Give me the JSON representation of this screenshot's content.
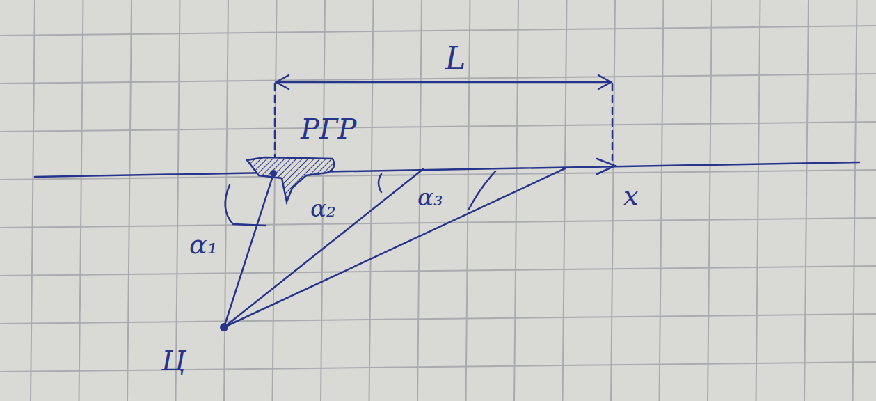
{
  "diagram": {
    "labels": [
      "L",
      "РГР",
      "x",
      "α₁",
      "α₂",
      "α₃",
      "Ц"
    ]
  }
}
